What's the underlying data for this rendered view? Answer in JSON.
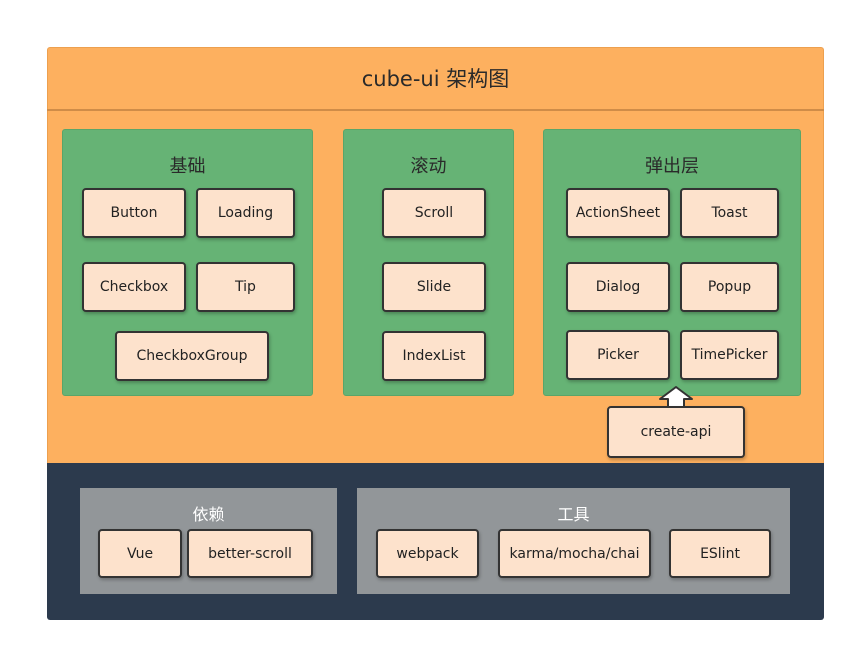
{
  "title": "cube-ui 架构图",
  "groups": {
    "basic": {
      "title": "基础",
      "items": [
        "Button",
        "Loading",
        "Checkbox",
        "Tip",
        "CheckboxGroup"
      ]
    },
    "scroll": {
      "title": "滚动",
      "items": [
        "Scroll",
        "Slide",
        "IndexList"
      ]
    },
    "popup": {
      "title": "弹出层",
      "items": [
        "ActionSheet",
        "Toast",
        "Dialog",
        "Popup",
        "Picker",
        "TimePicker"
      ]
    },
    "create_api": "create-api",
    "deps": {
      "title": "依赖",
      "items": [
        "Vue",
        "better-scroll"
      ]
    },
    "tools": {
      "title": "工具",
      "items": [
        "webpack",
        "karma/mocha/chai",
        "ESlint"
      ]
    }
  },
  "colors": {
    "orange": "#fdb05f",
    "navy": "#2c3a4d",
    "green": "#66b375",
    "gray": "#929699",
    "node": "#fde2cc"
  }
}
